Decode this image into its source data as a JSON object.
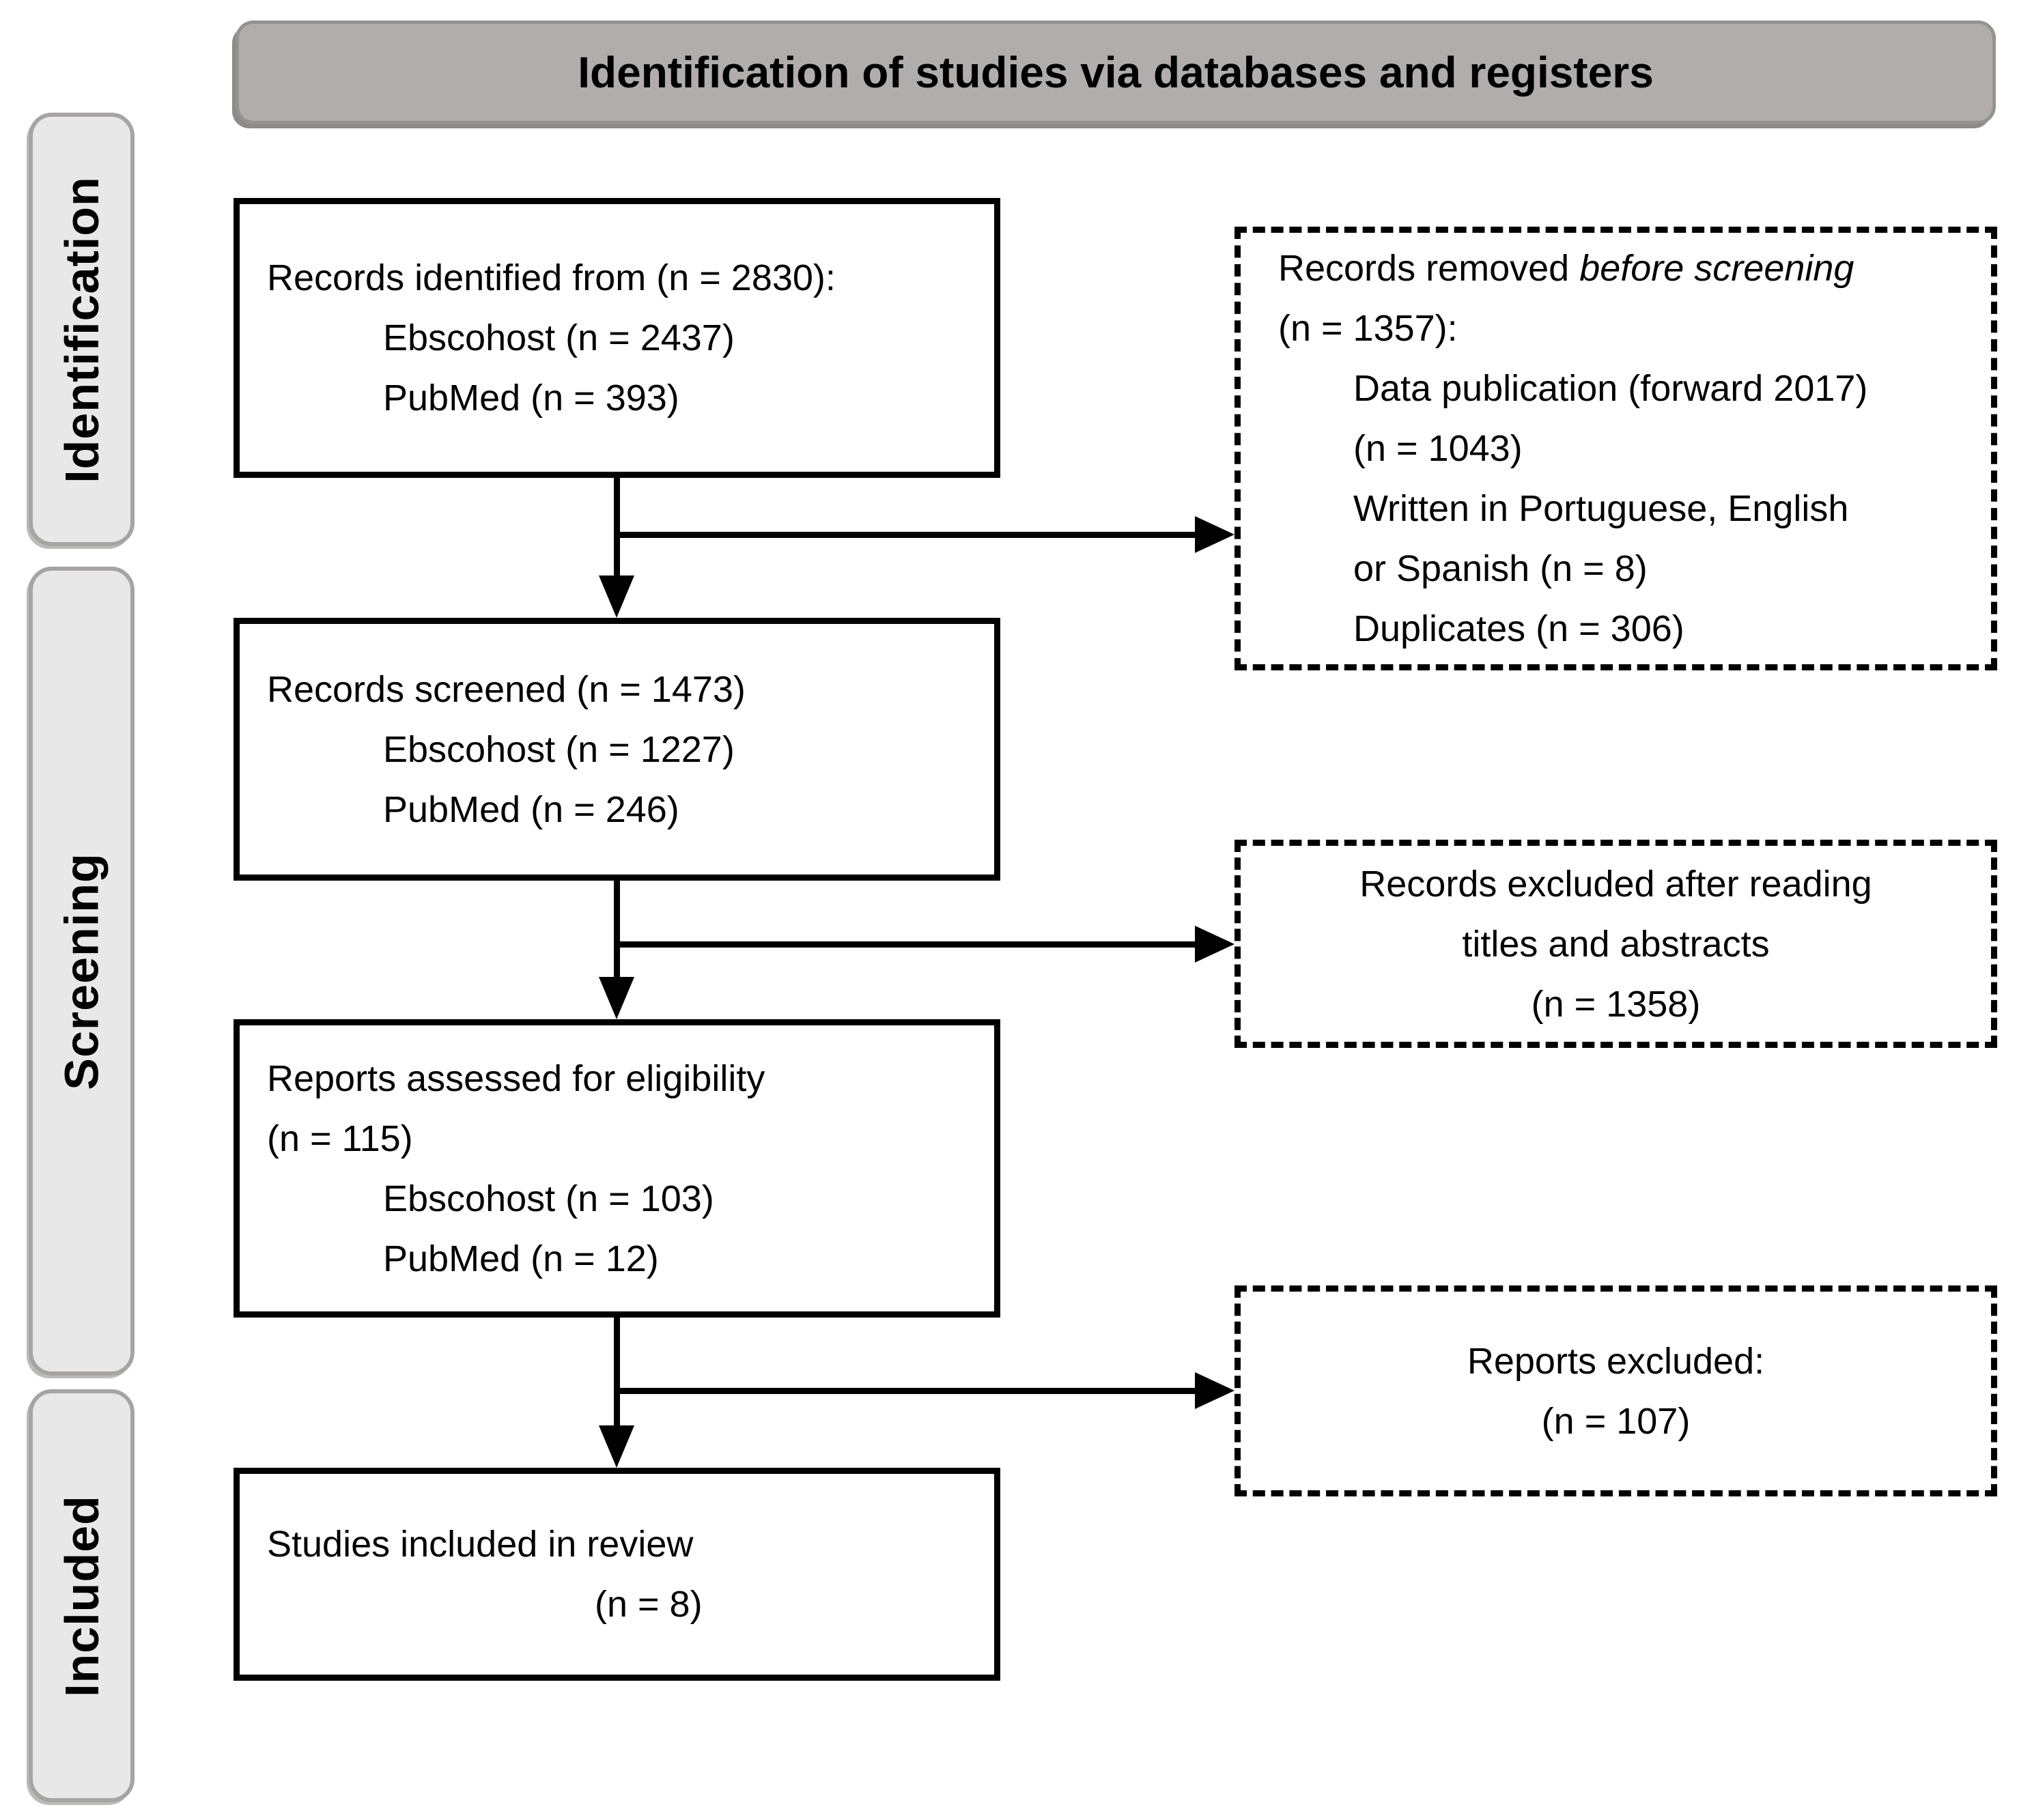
{
  "title": "Identification of studies via databases and registers",
  "sidebar": {
    "stages": [
      {
        "label": "Identification"
      },
      {
        "label": "Screening"
      },
      {
        "label": "Included"
      }
    ]
  },
  "boxes": {
    "records_identified": {
      "lines": [
        {
          "text": "Records identified from (n = 2830):",
          "indent": 0
        },
        {
          "text": "Ebscohost (n = 2437)",
          "indent": 1
        },
        {
          "text": "PubMed (n = 393)",
          "indent": 1
        }
      ]
    },
    "records_removed": {
      "lines": [
        {
          "parts": [
            {
              "text": "Records removed "
            },
            {
              "text": "before screening",
              "italic": true
            }
          ],
          "indent": 0
        },
        {
          "text": "(n = 1357):",
          "indent": 0
        },
        {
          "text": "Data publication (forward 2017)",
          "indent": 1
        },
        {
          "text": "(n = 1043)",
          "indent": 1
        },
        {
          "text": "Written in Portuguese, English",
          "indent": 1
        },
        {
          "text": "or Spanish (n = 8)",
          "indent": 1
        },
        {
          "text": "Duplicates (n = 306)",
          "indent": 1
        }
      ]
    },
    "records_screened": {
      "lines": [
        {
          "text": "Records screened (n = 1473)",
          "indent": 0
        },
        {
          "text": "Ebscohost (n = 1227)",
          "indent": 1
        },
        {
          "text": "PubMed (n = 246)",
          "indent": 1
        }
      ]
    },
    "records_excluded": {
      "lines": [
        {
          "text": "Records excluded after reading",
          "indent": 0
        },
        {
          "text": "titles and abstracts",
          "indent": 0
        },
        {
          "text": "(n = 1358)",
          "indent": 0
        }
      ]
    },
    "reports_assessed": {
      "lines": [
        {
          "text": "Reports assessed for eligibility",
          "indent": 0
        },
        {
          "text": "(n = 115)",
          "indent": 0
        },
        {
          "text": "Ebscohost (n = 103)",
          "indent": 1
        },
        {
          "text": "PubMed (n = 12)",
          "indent": 1
        }
      ]
    },
    "reports_excluded": {
      "lines": [
        {
          "text": "Reports excluded:",
          "indent": 0
        },
        {
          "text": "(n = 107)",
          "indent": 0
        }
      ]
    },
    "studies_included": {
      "lines": [
        {
          "text": "Studies included in review",
          "indent": 0
        },
        {
          "text": "(n = 8)",
          "indent": 2
        }
      ]
    }
  },
  "colors": {
    "background": "#ffffff",
    "title_bg": "#b1adad",
    "title_border": "#969292",
    "stage_bg": "#e9e8e8",
    "stage_border": "#a7a4a4",
    "box_bg": "#ffffff",
    "line_color": "#000000",
    "text_color": "#000000"
  }
}
